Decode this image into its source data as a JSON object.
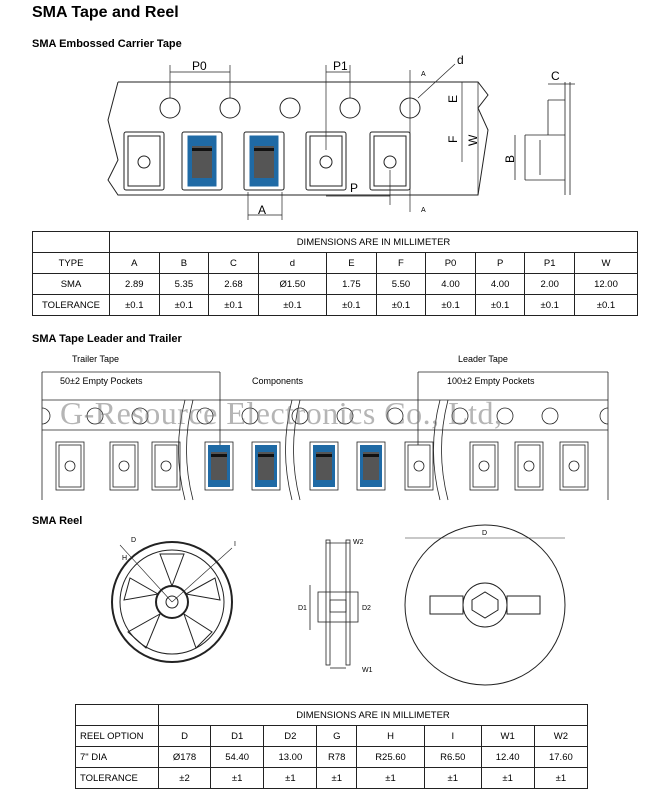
{
  "title": "SMA Tape  and  Reel",
  "sections": {
    "carrier": "SMA Embossed Carrier Tape",
    "leader": "SMA Tape Leader and Trailer",
    "reel": "SMA Reel"
  },
  "carrier_labels": {
    "P0": "P0",
    "P1": "P1",
    "d": "d",
    "E": "E",
    "F": "F",
    "W": "W",
    "P": "P",
    "A": "A",
    "C": "C",
    "B": "B",
    "section": "A"
  },
  "tape_table": {
    "caption": "DIMENSIONS ARE IN MILLIMETER",
    "header": [
      "TYPE",
      "A",
      "B",
      "C",
      "d",
      "E",
      "F",
      "P0",
      "P",
      "P1",
      "W"
    ],
    "rows": [
      [
        "SMA",
        "2.89",
        "5.35",
        "2.68",
        "Ø1.50",
        "1.75",
        "5.50",
        "4.00",
        "4.00",
        "2.00",
        "12.00"
      ],
      [
        "TOLERANCE",
        "±0.1",
        "±0.1",
        "±0.1",
        "±0.1",
        "±0.1",
        "±0.1",
        "±0.1",
        "±0.1",
        "±0.1",
        "±0.1"
      ]
    ]
  },
  "leader_labels": {
    "trailer": "Trailer Tape",
    "trailer_pockets": "50±2 Empty Pockets",
    "components": "Components",
    "leader": "Leader Tape",
    "leader_pockets": "100±2 Empty Pockets"
  },
  "watermark": "G-Resource Electronics Co., Ltd,",
  "reel_labels": {
    "D": "D",
    "H": "H",
    "I": "I",
    "W2": "W2",
    "D1": "D1",
    "D2": "D2",
    "W1": "W1",
    "D_front": "D"
  },
  "reel_table": {
    "caption": "DIMENSIONS ARE IN MILLIMETER",
    "header": [
      "REEL OPTION",
      "D",
      "D1",
      "D2",
      "G",
      "H",
      "I",
      "W1",
      "W2"
    ],
    "rows": [
      [
        "7\" DIA",
        "Ø178",
        "54.40",
        "13.00",
        "R78",
        "R25.60",
        "R6.50",
        "12.40",
        "17.60"
      ],
      [
        "TOLERANCE",
        "±2",
        "±1",
        "±1",
        "±1",
        "±1",
        "±1",
        "±1",
        "±1"
      ]
    ]
  },
  "colors": {
    "component_blue": "#1f6aa5",
    "component_body": "#555555"
  }
}
